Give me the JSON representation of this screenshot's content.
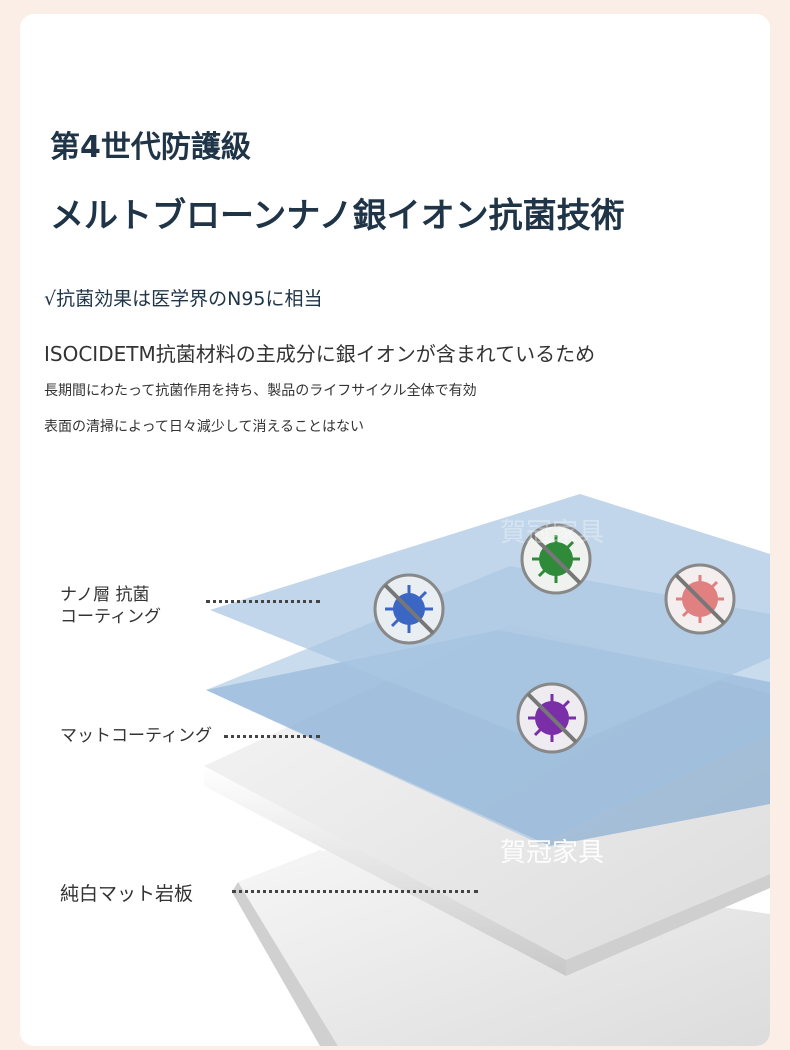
{
  "heading": {
    "line1": "第4世代防護級",
    "line2": "メルトブローンナノ銀イオン抗菌技術"
  },
  "subheading": "√抗菌効果は医学界のN95に相当",
  "description": "ISOCIDETM抗菌材料の主成分に銀イオンが含まれているため",
  "details": [
    "長期間にわたって抗菌作用を持ち、製品のライフサイクル全体で有効",
    "表面の清掃によって日々減少して消えることはない"
  ],
  "layers": {
    "nano_line1": "ナノ層 抗菌",
    "nano_line2": "コーティング",
    "matte": "マットコーティング",
    "slab": "純白マット岩板"
  },
  "watermark": "賀冠家具",
  "colors": {
    "page_bg": "#fbeee6",
    "heading": "#1f3447",
    "layer_top": "#9fc0de",
    "layer_mid": "#8fb2d6",
    "virus_blue": "#3b66c4",
    "virus_green": "#2f8a3a",
    "virus_red": "#e08080",
    "virus_purple": "#7a2ea8"
  }
}
